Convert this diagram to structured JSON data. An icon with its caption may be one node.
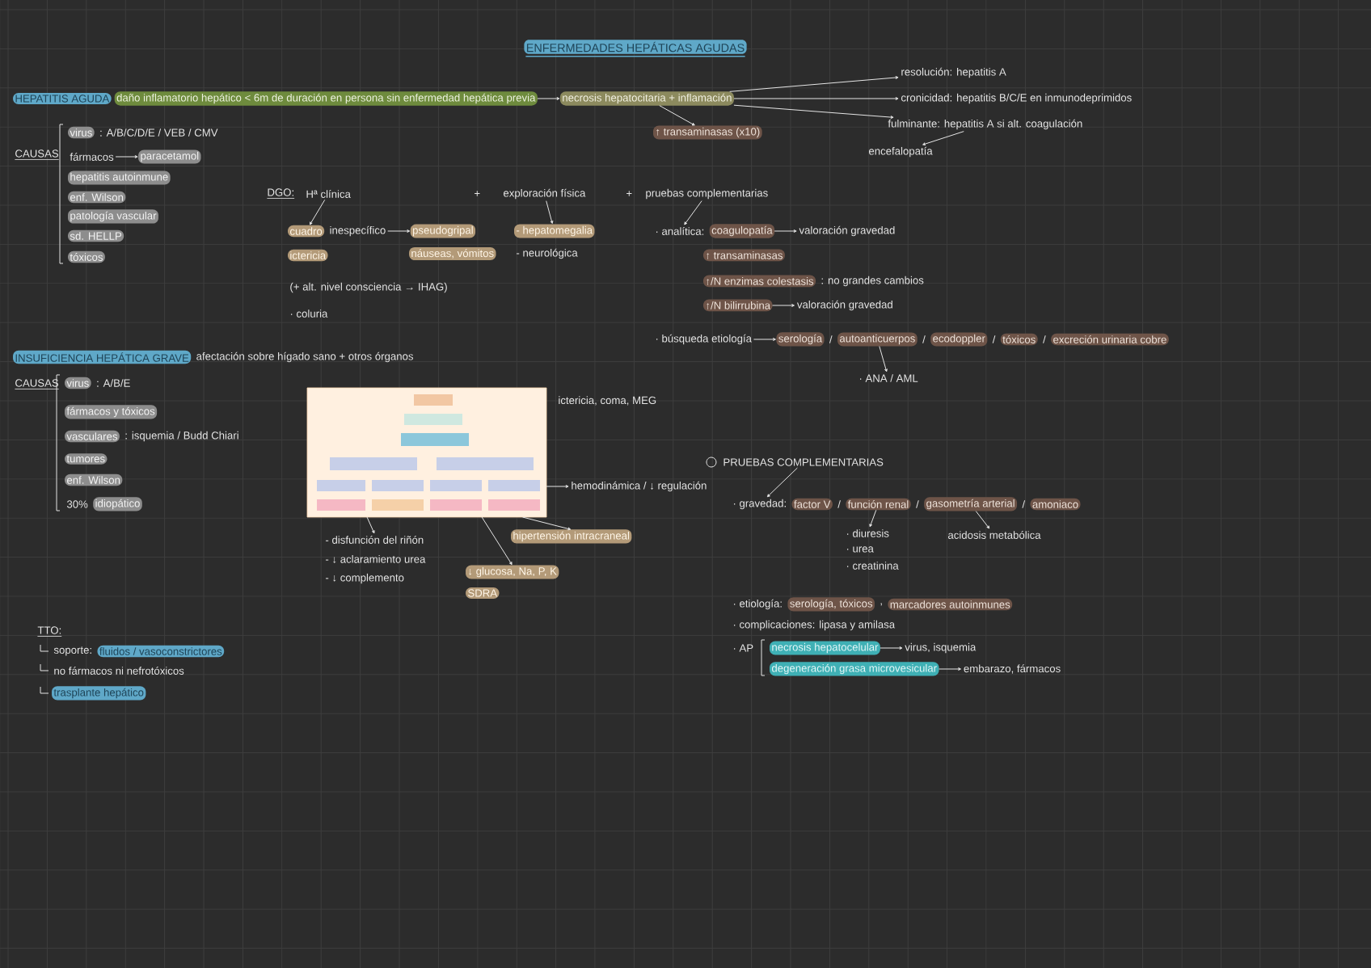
{
  "diagram": {
    "title": "ENFERMEDADES HEPÁTICAS AGUDAS",
    "nodes": [
      {
        "text": [
          "HEPATITIS AGUDA"
        ]
      },
      {
        "text": [
          "daño inflamatorio hepático < 6m de duración en persona sin enfermedad hepática previa"
        ]
      },
      {
        "text": [
          "necrosis hepatocitaria + inflamación"
        ]
      },
      {
        "text": [
          "resolución: hepatitis A"
        ]
      },
      {
        "text": [
          "cronicidad: hepatitis B/C/E en inmunodeprimidos"
        ]
      },
      {
        "text": [
          "fulminante: hepatitis A si alt. coagulación"
        ]
      },
      {
        "text": [
          "encefalopatía"
        ]
      },
      {
        "text": [
          "↑ transaminasas (x10)"
        ]
      },
      {
        "text": [
          "virus"
        ]
      },
      {
        "text": [
          "fármacos"
        ]
      },
      {
        "text": [
          "paracetamol"
        ]
      },
      {
        "text": [
          "hepatitis autoinmune"
        ]
      },
      {
        "text": [
          "enf. Wilson"
        ]
      },
      {
        "text": [
          "patología vascular"
        ]
      },
      {
        "text": [
          "sd. HELLP"
        ]
      },
      {
        "text": [
          "tóxicos"
        ]
      },
      {
        "text": [
          "Hª clínica"
        ]
      },
      {
        "text": [
          "exploración física"
        ]
      },
      {
        "text": [
          "pruebas complementarias"
        ]
      },
      {
        "text": [
          "cuadro"
        ]
      },
      {
        "text": [
          "inespecífico"
        ]
      },
      {
        "text": [
          "pseudogripal"
        ]
      },
      {
        "text": [
          "náuseas, vómitos"
        ]
      },
      {
        "text": [
          "ictericia"
        ]
      },
      {
        "text": [
          "- hepatomegalia"
        ]
      },
      {
        "text": [
          "· analítica:"
        ]
      },
      {
        "text": [
          "coagulopatía"
        ]
      },
      {
        "text": [
          "valoración gravedad"
        ]
      },
      {
        "text": [
          "↑ transaminasas"
        ]
      },
      {
        "text": [
          "↑/N enzimas colestasis"
        ]
      },
      {
        "text": [
          "↑/N bilirrubina"
        ]
      },
      {
        "text": [
          "valoración gravedad"
        ]
      },
      {
        "text": [
          "· búsqueda etiología"
        ]
      },
      {
        "text": [
          "serología"
        ]
      },
      {
        "text": [
          "autoanticuerpos"
        ]
      },
      {
        "text": [
          "ecodoppler"
        ]
      },
      {
        "text": [
          "tóxicos"
        ]
      },
      {
        "text": [
          "excreción urinaria cobre"
        ]
      },
      {
        "text": [
          "· ANA / AML"
        ]
      },
      {
        "text": [
          "INSUFICIENCIA HEPÁTICA GRAVE"
        ]
      },
      {
        "text": [
          "virus"
        ]
      },
      {
        "text": [
          "fármacos y tóxicos"
        ]
      },
      {
        "text": [
          "vasculares"
        ]
      },
      {
        "text": [
          "tumores"
        ]
      },
      {
        "text": [
          "enf. Wilson"
        ]
      },
      {
        "text": [
          "idiopático"
        ]
      },
      {
        "text": [],
        "shape": "picture"
      },
      {
        "text": [
          "hemodinámica / ↓ regulación"
        ]
      },
      {
        "text": [
          "- disfunción del riñón"
        ]
      },
      {
        "text": [
          "hipertensión intracraneal"
        ]
      },
      {
        "text": [
          "↓ glucosa, Na, P, K"
        ]
      },
      {
        "text": [
          "SDRA"
        ]
      },
      {
        "text": [
          "PRUEBAS COMPLEMENTARIAS"
        ]
      },
      {
        "text": [
          "· gravedad:"
        ]
      },
      {
        "text": [
          "factor V"
        ]
      },
      {
        "text": [
          "función renal"
        ]
      },
      {
        "text": [
          "gasometría arterial"
        ]
      },
      {
        "text": [
          "amoniaco"
        ]
      },
      {
        "text": [
          "· diuresis"
        ]
      },
      {
        "text": [
          "acidosis metabólica"
        ]
      },
      {
        "text": [
          "serología, tóxicos"
        ]
      },
      {
        "text": [
          "marcadores autoinmunes"
        ]
      },
      {
        "text": [
          "necrosis hepatocelular"
        ]
      },
      {
        "text": [
          "virus, isquemia"
        ]
      },
      {
        "text": [
          "degeneración grasa microvesicular"
        ]
      },
      {
        "text": [
          "embarazo, fármacos"
        ]
      },
      {
        "text": [
          "fluidos / vasoconstrictores"
        ]
      },
      {
        "text": [
          "trasplante hepático"
        ]
      }
    ],
    "edges": [
      {
        "from": 1,
        "to": 2,
        "arrow": "to"
      },
      {
        "from": 2,
        "to": 7,
        "arrow": "to"
      },
      {
        "from": 2,
        "to": 3,
        "arrow": "to"
      },
      {
        "from": 2,
        "to": 4,
        "arrow": "to"
      },
      {
        "from": 2,
        "to": 5,
        "arrow": "to"
      },
      {
        "from": 5,
        "to": 6,
        "arrow": "to"
      },
      {
        "from": 9,
        "to": 10,
        "arrow": "to"
      },
      {
        "from": 16,
        "to": 19,
        "arrow": "to"
      },
      {
        "from": 20,
        "to": 21,
        "arrow": "to"
      },
      {
        "from": 17,
        "to": 24,
        "arrow": "to"
      },
      {
        "from": 18,
        "to": 25,
        "arrow": "to"
      },
      {
        "from": 26,
        "to": 27,
        "arrow": "to"
      },
      {
        "from": 30,
        "to": 31,
        "arrow": "to"
      },
      {
        "from": 32,
        "to": 33,
        "arrow": "to"
      },
      {
        "from": 34,
        "to": 38,
        "arrow": "to"
      },
      {
        "from": 46,
        "to": 47,
        "arrow": "to"
      },
      {
        "from": 46,
        "to": 48,
        "arrow": "to"
      },
      {
        "from": 46,
        "to": 50,
        "arrow": "to"
      },
      {
        "from": 46,
        "to": 49,
        "arrow": "to"
      },
      {
        "from": 52,
        "to": 53,
        "arrow": "to"
      },
      {
        "from": 55,
        "to": 58,
        "arrow": "to"
      },
      {
        "from": 56,
        "to": 59,
        "arrow": "to"
      },
      {
        "from": 62,
        "to": 63,
        "arrow": "to"
      },
      {
        "from": 64,
        "to": 65,
        "arrow": "to"
      }
    ],
    "labels": [
      "CAUSAS",
      ": A/B/C/D/E / VEB / CMV",
      "DGO:",
      "+",
      "+",
      "- neurológica",
      "(+ alt. nivel consciencia → IHAG)",
      "· coluria",
      ": no grandes cambios",
      "/",
      "/",
      "/",
      "/",
      "afectación sobre hígado sano + otros órganos",
      "CAUSAS",
      ": A/B/E",
      ": isquemia / Budd Chiari",
      "30%",
      "ictericia, coma, MEG",
      "- ↓ aclaramiento urea",
      "- ↓ complemento",
      "/",
      "/",
      "/",
      "· urea",
      "· creatinina",
      "· etiología:",
      ",",
      "· complicaciones: lipasa y amilasa",
      "· AP",
      "TTO:",
      "soporte:",
      "no fármacos ni nefrotóxicos"
    ]
  }
}
